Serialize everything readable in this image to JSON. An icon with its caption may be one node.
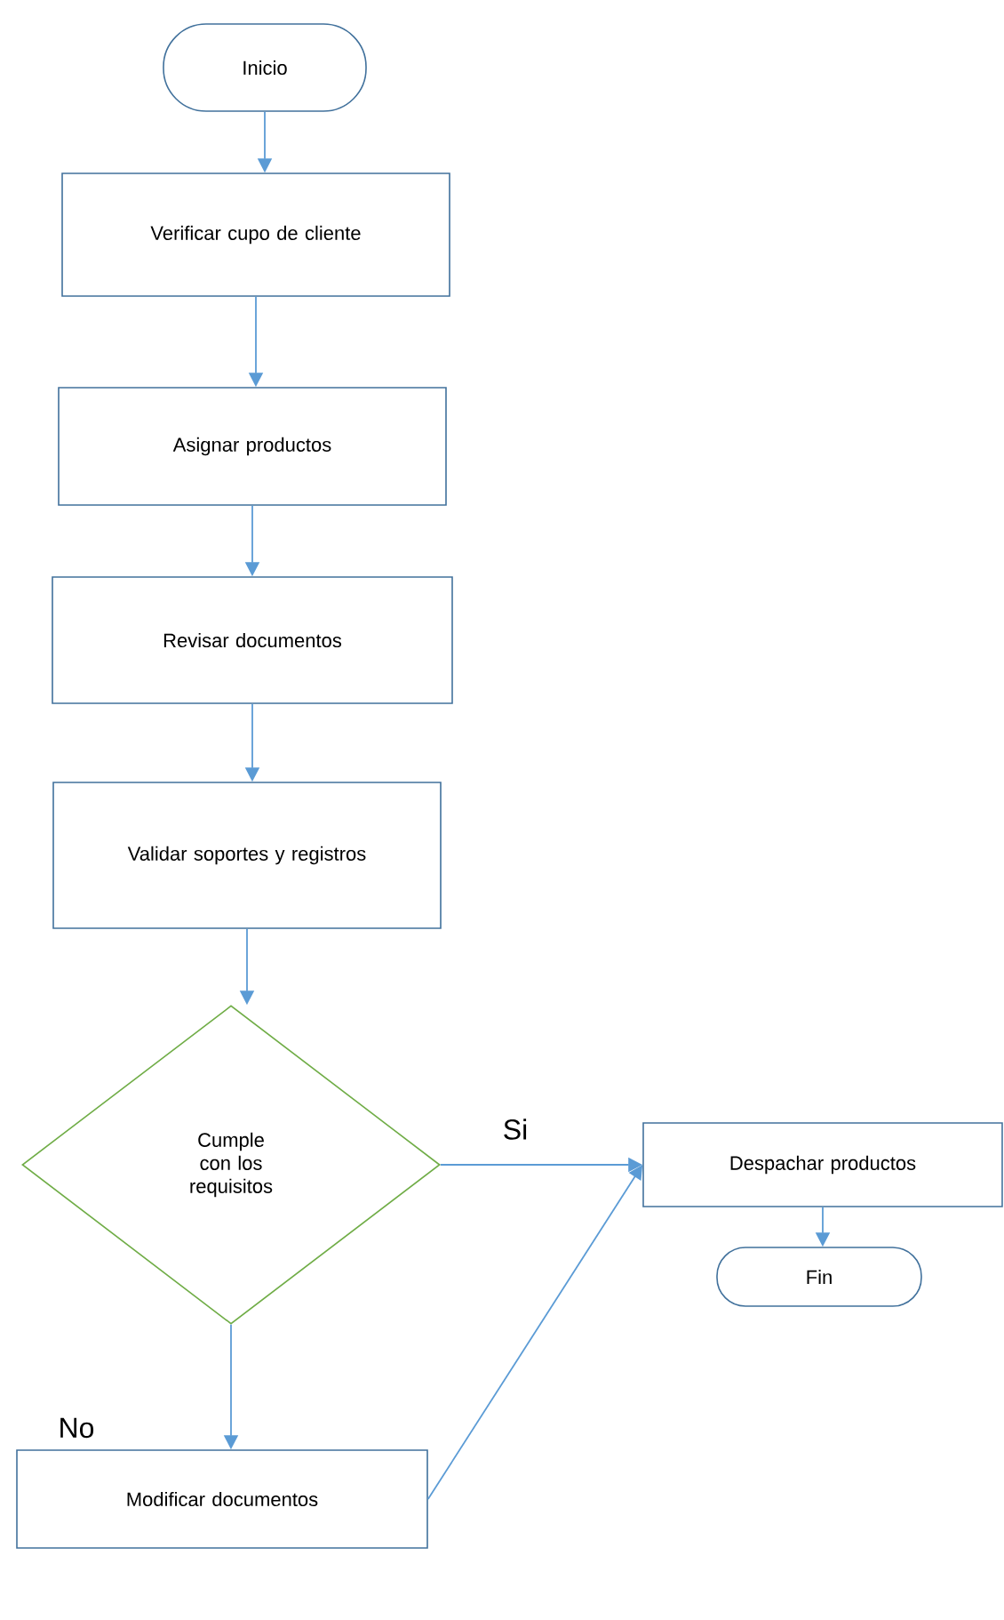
{
  "diagram": {
    "nodes": [
      {
        "text": [
          "Inicio"
        ]
      },
      {
        "text": [
          "Verificar cupo de cliente"
        ]
      },
      {
        "text": [
          "Asignar productos"
        ]
      },
      {
        "text": [
          "Revisar documentos"
        ]
      },
      {
        "text": [
          "Validar soportes y registros"
        ]
      },
      {
        "text": [
          "Cumple con los requisitos"
        ]
      },
      {
        "text": [
          "Despachar productos"
        ]
      },
      {
        "text": [
          "Fin"
        ]
      },
      {
        "text": [
          "Modificar documentos"
        ]
      }
    ],
    "edges": [
      {
        "from": 0,
        "to": 1,
        "arrow": "to"
      },
      {
        "from": 1,
        "to": 2,
        "arrow": "to"
      },
      {
        "from": 2,
        "to": 3,
        "arrow": "to"
      },
      {
        "from": 3,
        "to": 4,
        "arrow": "to"
      },
      {
        "from": 4,
        "to": 5,
        "arrow": "to"
      },
      {
        "from": 5,
        "to": 6,
        "arrow": "to",
        "label": "Si"
      },
      {
        "from": 6,
        "to": 7,
        "arrow": "to"
      },
      {
        "from": 5,
        "to": 8,
        "arrow": "to",
        "label": "No"
      },
      {
        "from": 8,
        "to": 6,
        "arrow": "to"
      }
    ]
  }
}
